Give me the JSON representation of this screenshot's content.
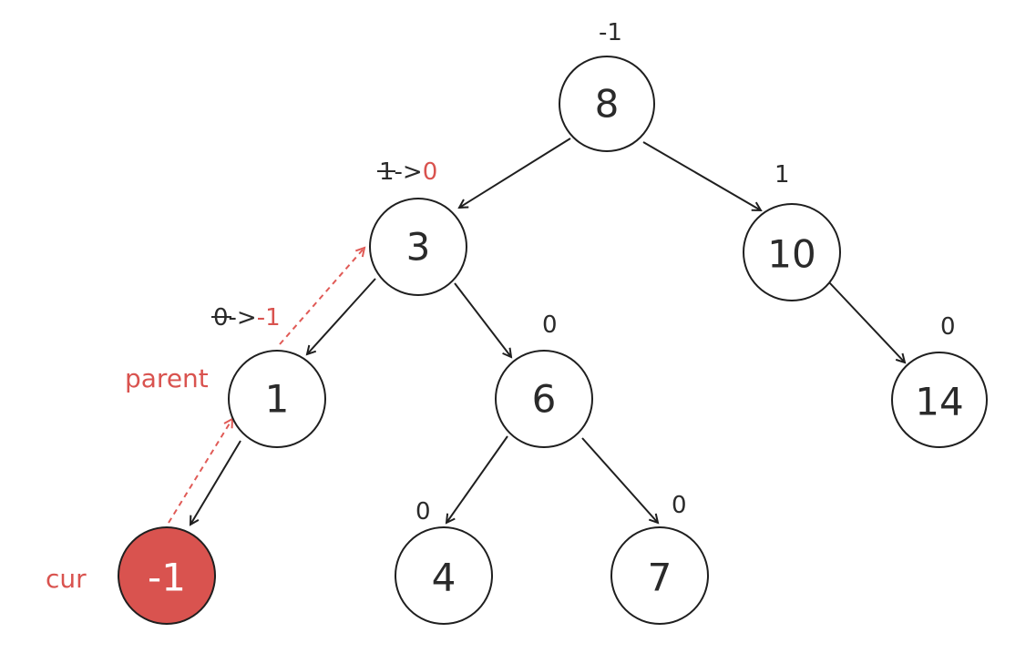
{
  "nodes": [
    {
      "id": "n8",
      "value": "8",
      "bf": "-1"
    },
    {
      "id": "n3",
      "value": "3",
      "bf_old": "1",
      "bf_sep": "->",
      "bf_new": "0"
    },
    {
      "id": "n10",
      "value": "10",
      "bf": "1"
    },
    {
      "id": "n1",
      "value": "1",
      "bf_old": "0",
      "bf_sep": "->",
      "bf_new": "-1"
    },
    {
      "id": "n6",
      "value": "6",
      "bf": "0"
    },
    {
      "id": "n14",
      "value": "14",
      "bf": "0"
    },
    {
      "id": "nm1",
      "value": "-1"
    },
    {
      "id": "n4",
      "value": "4",
      "bf": "0"
    },
    {
      "id": "n7",
      "value": "7",
      "bf": "0"
    }
  ],
  "labels": {
    "parent": "parent",
    "cur": "cur"
  },
  "colors": {
    "highlight_fill": "#d9534f",
    "accent": "#e05a56",
    "stroke": "#1f1f1f"
  }
}
